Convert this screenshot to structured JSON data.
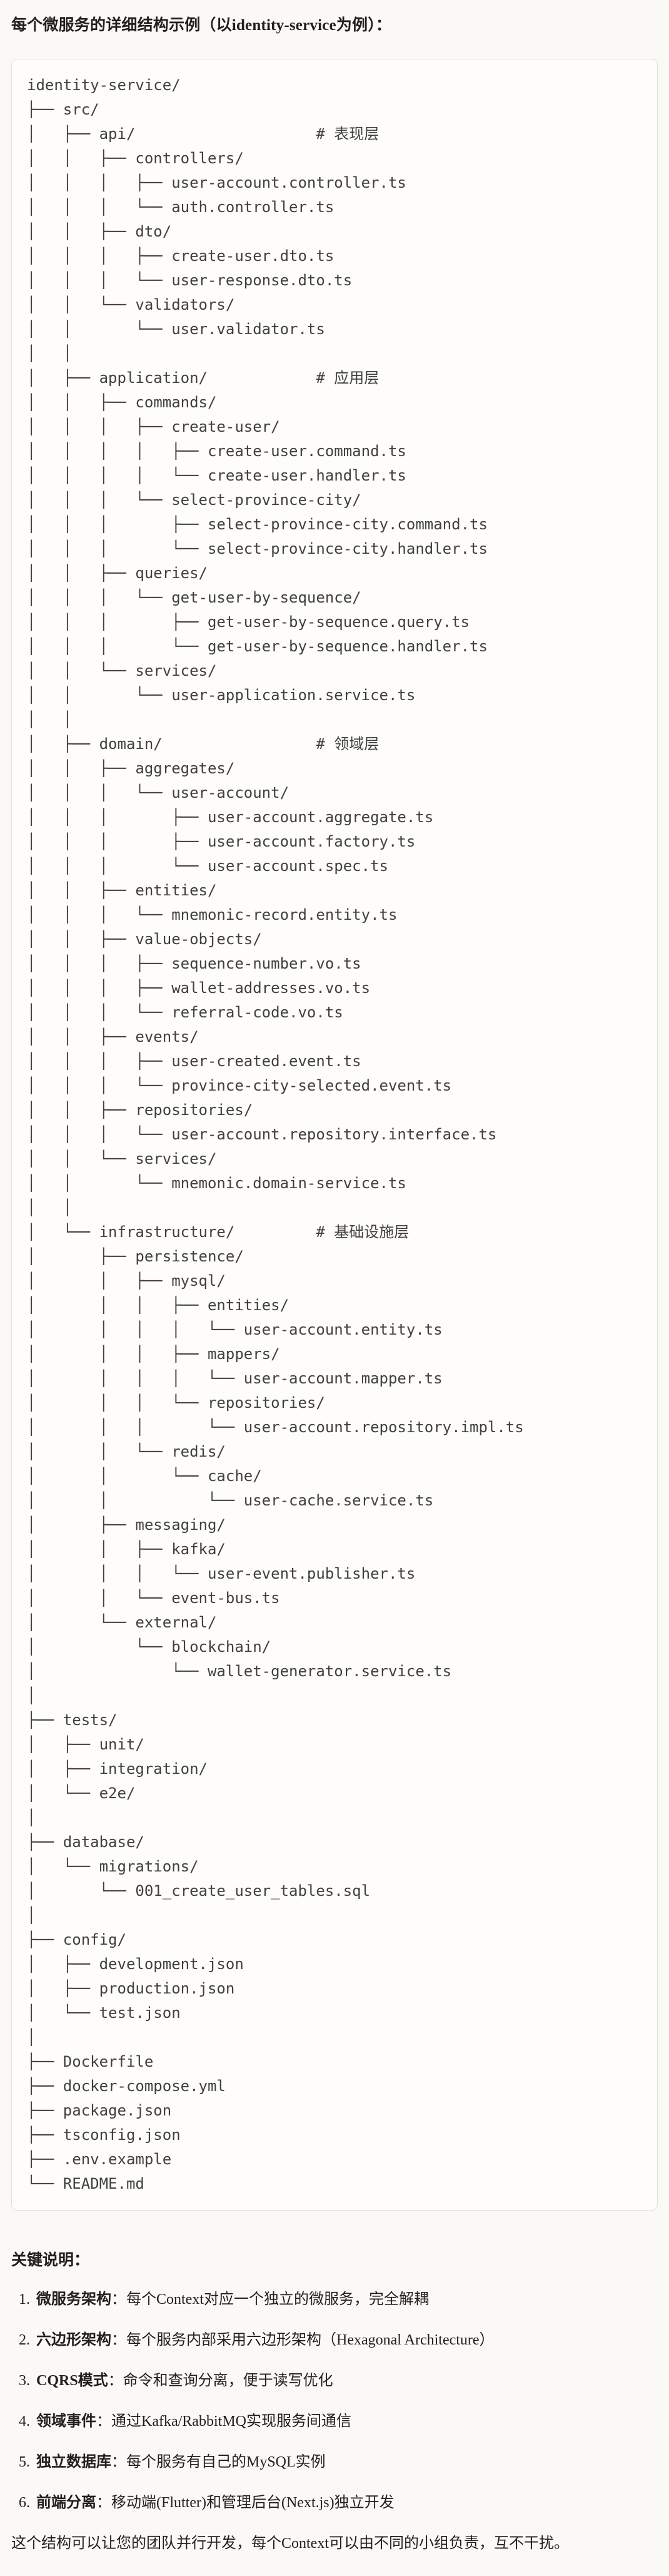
{
  "title": "每个微服务的详细结构示例（以identity-service为例）：",
  "colors": {
    "page_bg": "#faf9f5",
    "code_bg": "#fefdfb",
    "code_border": "#e2e0d6",
    "text": "#21201c",
    "code_text": "#40403c"
  },
  "file_tree": {
    "lines": [
      "identity-service/",
      "├── src/",
      "│   ├── api/                    # 表现层",
      "│   │   ├── controllers/",
      "│   │   │   ├── user-account.controller.ts",
      "│   │   │   └── auth.controller.ts",
      "│   │   ├── dto/",
      "│   │   │   ├── create-user.dto.ts",
      "│   │   │   └── user-response.dto.ts",
      "│   │   └── validators/",
      "│   │       └── user.validator.ts",
      "│   │",
      "│   ├── application/            # 应用层",
      "│   │   ├── commands/",
      "│   │   │   ├── create-user/",
      "│   │   │   │   ├── create-user.command.ts",
      "│   │   │   │   └── create-user.handler.ts",
      "│   │   │   └── select-province-city/",
      "│   │   │       ├── select-province-city.command.ts",
      "│   │   │       └── select-province-city.handler.ts",
      "│   │   ├── queries/",
      "│   │   │   └── get-user-by-sequence/",
      "│   │   │       ├── get-user-by-sequence.query.ts",
      "│   │   │       └── get-user-by-sequence.handler.ts",
      "│   │   └── services/",
      "│   │       └── user-application.service.ts",
      "│   │",
      "│   ├── domain/                 # 领域层",
      "│   │   ├── aggregates/",
      "│   │   │   └── user-account/",
      "│   │   │       ├── user-account.aggregate.ts",
      "│   │   │       ├── user-account.factory.ts",
      "│   │   │       └── user-account.spec.ts",
      "│   │   ├── entities/",
      "│   │   │   └── mnemonic-record.entity.ts",
      "│   │   ├── value-objects/",
      "│   │   │   ├── sequence-number.vo.ts",
      "│   │   │   ├── wallet-addresses.vo.ts",
      "│   │   │   └── referral-code.vo.ts",
      "│   │   ├── events/",
      "│   │   │   ├── user-created.event.ts",
      "│   │   │   └── province-city-selected.event.ts",
      "│   │   ├── repositories/",
      "│   │   │   └── user-account.repository.interface.ts",
      "│   │   └── services/",
      "│   │       └── mnemonic.domain-service.ts",
      "│   │",
      "│   └── infrastructure/         # 基础设施层",
      "│       ├── persistence/",
      "│       │   ├── mysql/",
      "│       │   │   ├── entities/",
      "│       │   │   │   └── user-account.entity.ts",
      "│       │   │   ├── mappers/",
      "│       │   │   │   └── user-account.mapper.ts",
      "│       │   │   └── repositories/",
      "│       │   │       └── user-account.repository.impl.ts",
      "│       │   └── redis/",
      "│       │       └── cache/",
      "│       │           └── user-cache.service.ts",
      "│       ├── messaging/",
      "│       │   ├── kafka/",
      "│       │   │   └── user-event.publisher.ts",
      "│       │   └── event-bus.ts",
      "│       └── external/",
      "│           └── blockchain/",
      "│               └── wallet-generator.service.ts",
      "│",
      "├── tests/",
      "│   ├── unit/",
      "│   ├── integration/",
      "│   └── e2e/",
      "│",
      "├── database/",
      "│   └── migrations/",
      "│       └── 001_create_user_tables.sql",
      "│",
      "├── config/",
      "│   ├── development.json",
      "│   ├── production.json",
      "│   └── test.json",
      "│",
      "├── Dockerfile",
      "├── docker-compose.yml",
      "├── package.json",
      "├── tsconfig.json",
      "├── .env.example",
      "└── README.md"
    ]
  },
  "notes": {
    "heading": "关键说明：",
    "items": [
      {
        "num": "1.",
        "term": "微服务架构",
        "text": "：每个Context对应一个独立的微服务，完全解耦"
      },
      {
        "num": "2.",
        "term": "六边形架构",
        "text": "：每个服务内部采用六边形架构（Hexagonal Architecture）"
      },
      {
        "num": "3.",
        "term": "CQRS模式",
        "text": "：命令和查询分离，便于读写优化"
      },
      {
        "num": "4.",
        "term": "领域事件",
        "text": "：通过Kafka/RabbitMQ实现服务间通信"
      },
      {
        "num": "5.",
        "term": "独立数据库",
        "text": "：每个服务有自己的MySQL实例"
      },
      {
        "num": "6.",
        "term": "前端分离",
        "text": "：移动端(Flutter)和管理后台(Next.js)独立开发"
      }
    ],
    "footer": "这个结构可以让您的团队并行开发，每个Context可以由不同的小组负责，互不干扰。"
  }
}
